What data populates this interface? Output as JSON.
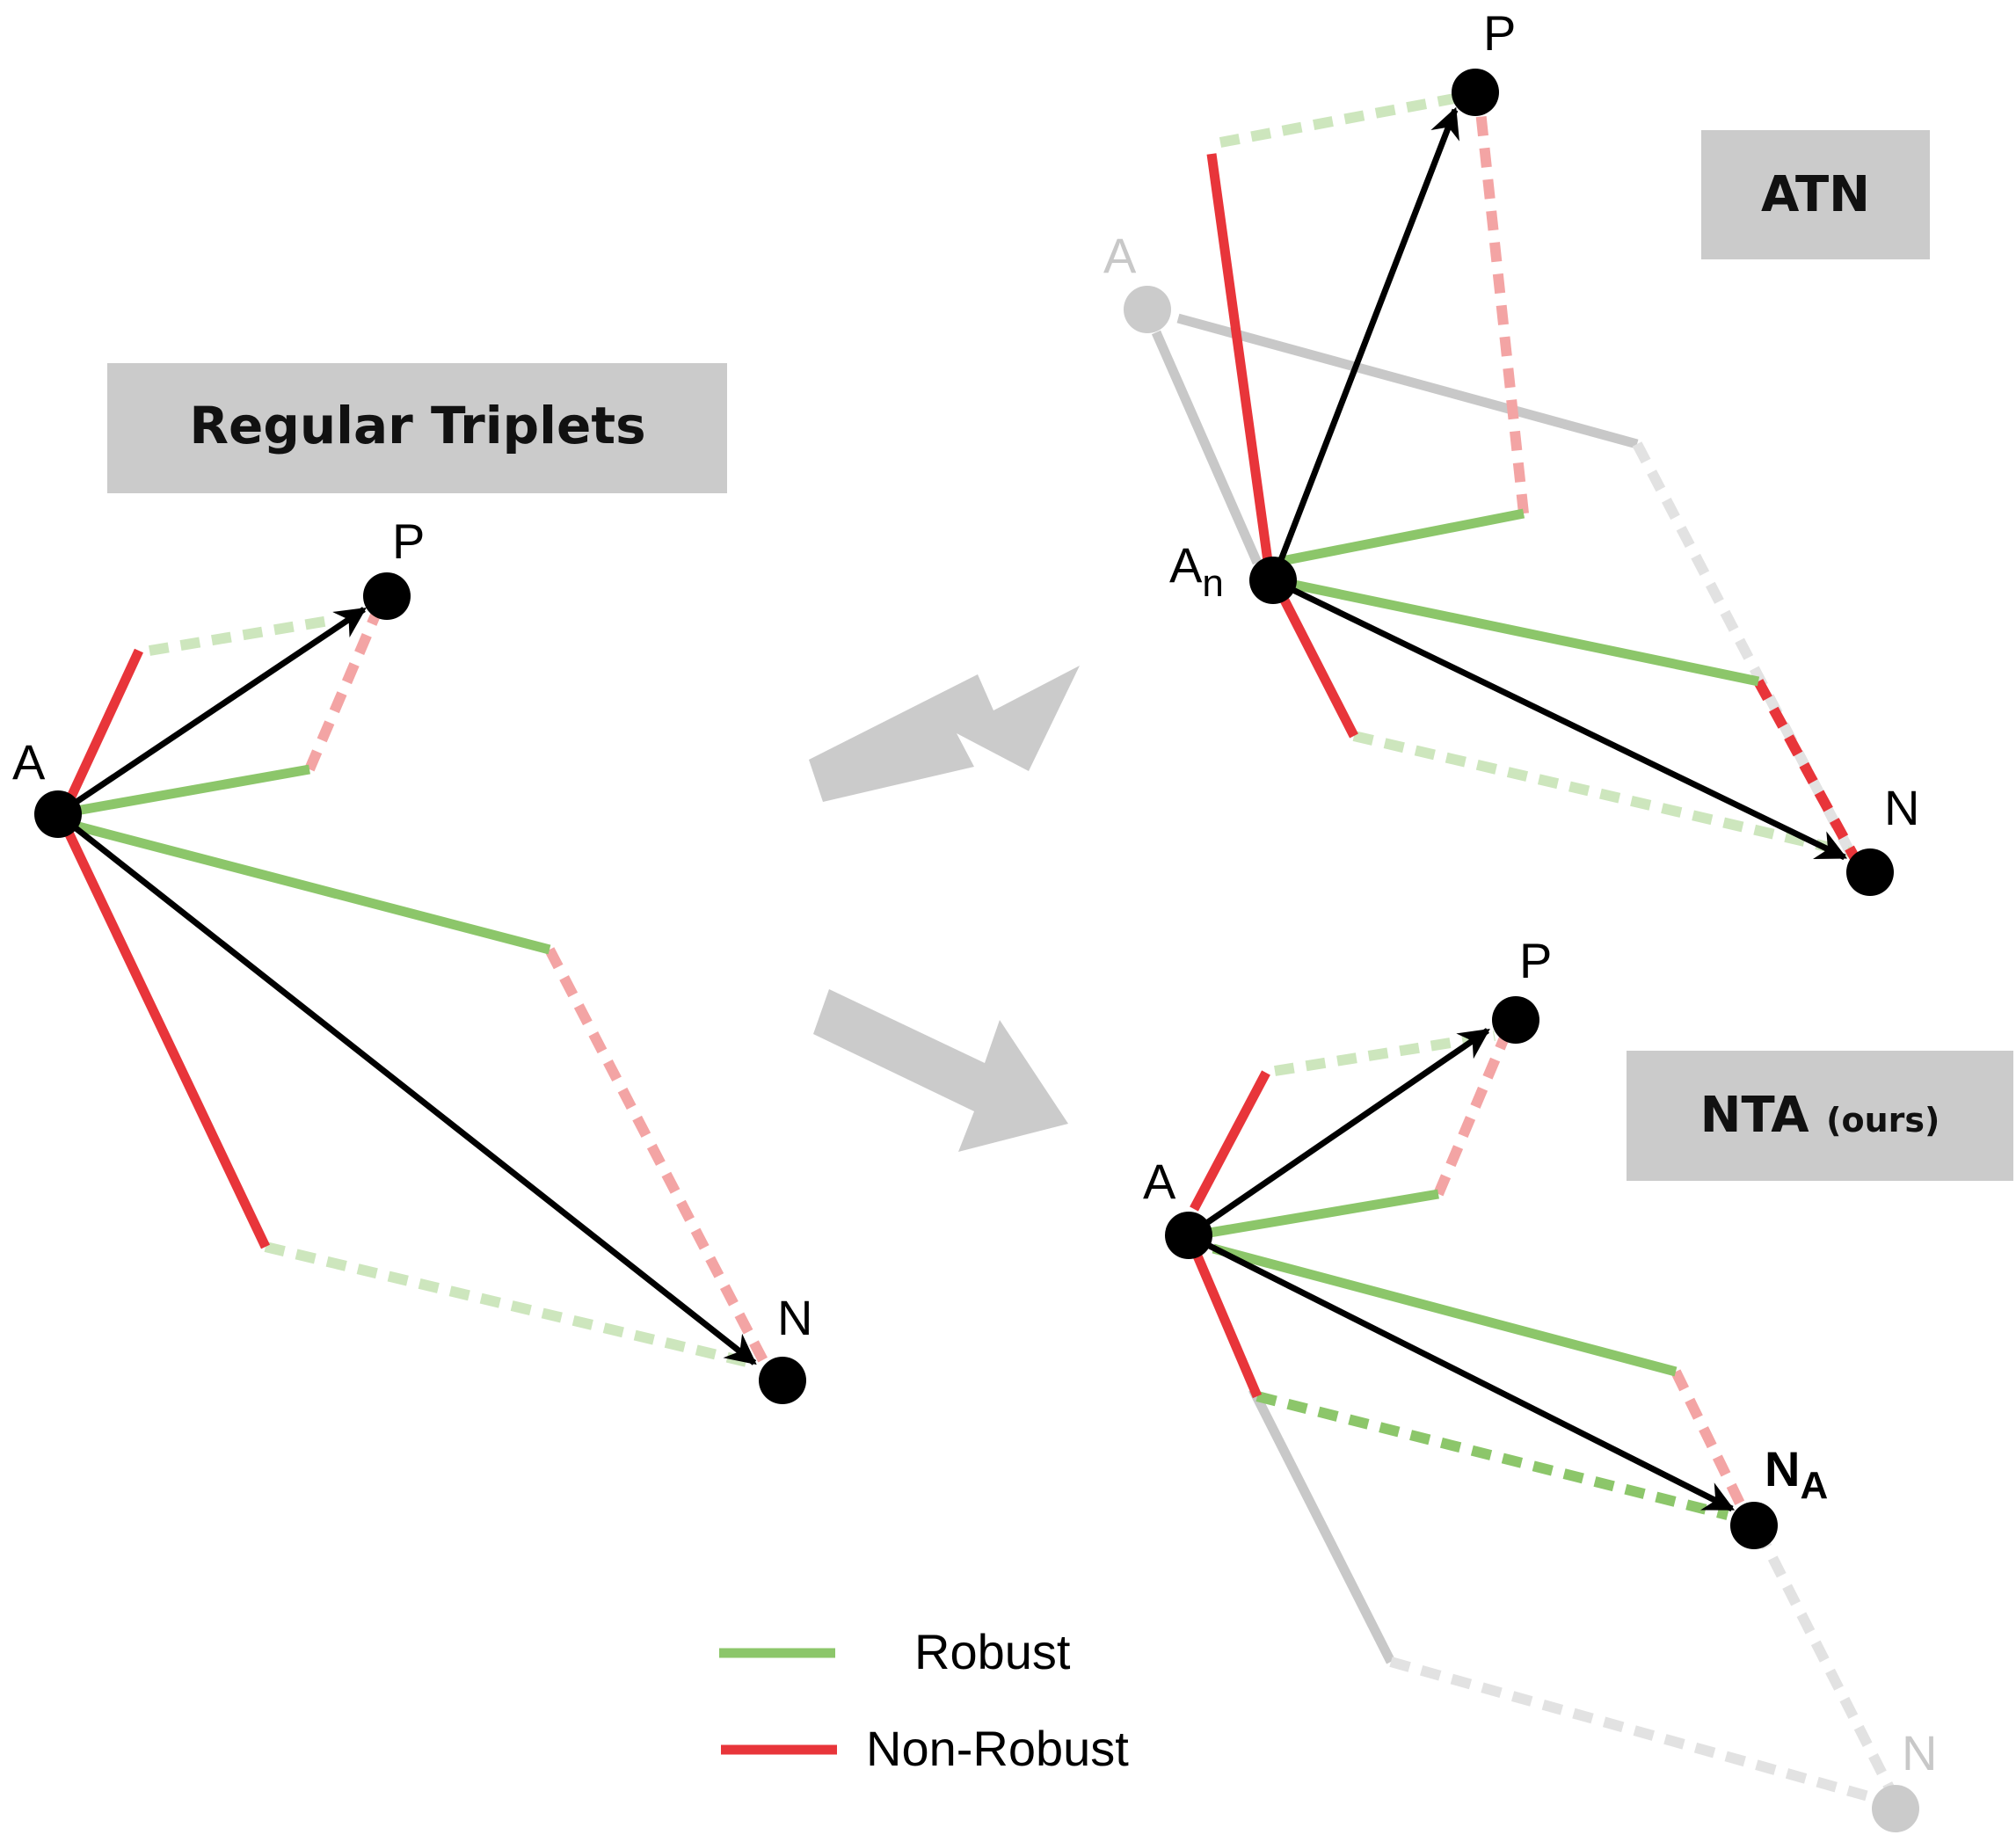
{
  "panels": {
    "regular": {
      "title": "Regular Triplets",
      "anchor": "A",
      "positive": "P",
      "negative": "N"
    },
    "atn": {
      "title": "ATN",
      "ghost_anchor": "A",
      "anchor_main": "A",
      "anchor_sub": "n",
      "positive": "P",
      "negative": "N"
    },
    "nta": {
      "title_main": "NTA",
      "title_small": "(ours)",
      "anchor": "A",
      "positive": "P",
      "negative_main": "N",
      "negative_sub": "A",
      "ghost_negative": "N"
    }
  },
  "legend": {
    "robust": {
      "label": "Robust",
      "color": "#8cc66a"
    },
    "non_robust": {
      "label": "Non-Robust",
      "color": "#e8353a"
    }
  },
  "colors": {
    "robust_light": "#cde6bd",
    "non_robust_light": "#f3a4a4",
    "ghost": "#c8c8c8",
    "ghost_light": "#e2e2e2",
    "arrow": "#000000",
    "panel_box": "#cbcbcb",
    "transition_arrow": "#cbcbcb"
  }
}
